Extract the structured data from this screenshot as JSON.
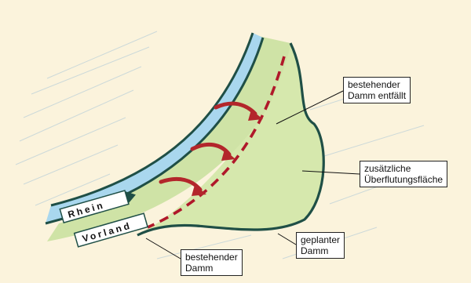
{
  "diagram": {
    "labels": {
      "river": "Rhein",
      "foreland": "Vorland"
    },
    "callouts": {
      "existing_dam_removed": [
        "bestehender",
        "Damm entfällt"
      ],
      "additional_floodplain": [
        "zusätzliche",
        "Überflutungsfläche"
      ],
      "planned_dam": [
        "geplanter",
        "Damm"
      ],
      "existing_dam": [
        "bestehender",
        "Damm"
      ]
    },
    "colors": {
      "background": "#fbf3dc",
      "river": "#a9d7ee",
      "foreland": "#cfe3a6",
      "floodplain": "#d6e8ad",
      "dam_outline": "#1f4f46",
      "removed_dam_dash": "#b0182a",
      "flow_arrow": "#b3262b"
    }
  }
}
